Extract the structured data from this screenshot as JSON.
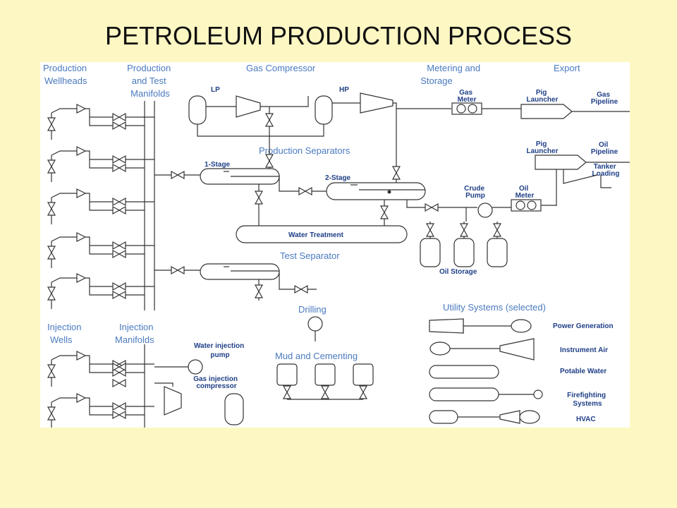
{
  "title": "PETROLEUM PRODUCTION PROCESS",
  "section_labels": {
    "production_wellheads": [
      "Production",
      "Wellheads"
    ],
    "production_test_manifolds": [
      "Production",
      "and Test",
      "Manifolds"
    ],
    "gas_compressor": "Gas Compressor",
    "metering_storage": [
      "Metering and",
      "Storage"
    ],
    "export": "Export",
    "production_separators": "Production Separators",
    "test_separator": "Test Separator",
    "drilling": "Drilling",
    "mud_cementing": "Mud and Cementing",
    "utility_systems": "Utility Systems (selected)",
    "injection_wells": [
      "Injection",
      "Wells"
    ],
    "injection_manifolds": [
      "Injection",
      "Manifolds"
    ]
  },
  "equipment_labels": {
    "lp": "LP",
    "hp": "HP",
    "gas_meter": [
      "Gas",
      "Meter"
    ],
    "pig_launcher_gas": [
      "Pig",
      "Launcher"
    ],
    "gas_pipeline": [
      "Gas",
      "Pipeline"
    ],
    "pig_launcher_oil": [
      "Pig",
      "Launcher"
    ],
    "oil_pipeline": [
      "Oil",
      "Pipeline"
    ],
    "tanker_loading": [
      "Tanker",
      "Loading"
    ],
    "stage1": "1-Stage",
    "stage2": "2-Stage",
    "crude_pump": [
      "Crude",
      "Pump"
    ],
    "oil_meter": [
      "Oil",
      "Meter"
    ],
    "water_treatment": "Water Treatment",
    "oil_storage": "Oil Storage",
    "water_injection_pump": [
      "Water injection",
      "pump"
    ],
    "gas_injection_compressor": [
      "Gas injection",
      "compressor"
    ]
  },
  "utility_items": [
    "Power Generation",
    "Instrument Air",
    "Potable Water",
    [
      "Firefighting",
      "Systems"
    ],
    "HVAC"
  ],
  "colors": {
    "background": "#fdf7c3",
    "label_blue": "#4a7ac0",
    "small_label_navy": "#1f3f86"
  }
}
